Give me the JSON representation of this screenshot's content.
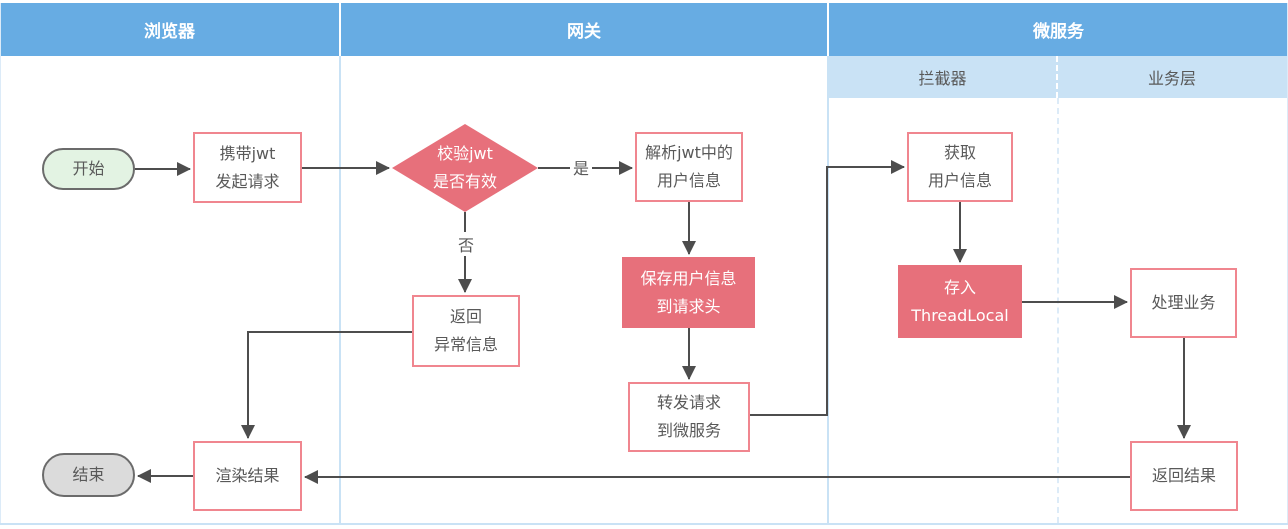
{
  "lanes": [
    {
      "label": "浏览器"
    },
    {
      "label": "网关"
    },
    {
      "label": "微服务",
      "sublanes": [
        {
          "label": "拦截器"
        },
        {
          "label": "业务层"
        }
      ]
    }
  ],
  "nodes": {
    "start": {
      "label": "开始"
    },
    "request": {
      "line1": "携带jwt",
      "line2": "发起请求"
    },
    "verify": {
      "line1": "校验jwt",
      "line2": "是否有效"
    },
    "parse": {
      "line1": "解析jwt中的",
      "line2": "用户信息"
    },
    "save_header": {
      "line1": "保存用户信息",
      "line2": "到请求头"
    },
    "forward": {
      "line1": "转发请求",
      "line2": "到微服务"
    },
    "return_error": {
      "line1": "返回",
      "line2": "异常信息"
    },
    "render": {
      "label": "渲染结果"
    },
    "end": {
      "label": "结束"
    },
    "get_user": {
      "line1": "获取",
      "line2": "用户信息"
    },
    "threadlocal": {
      "line1": "存入",
      "line2": "ThreadLocal"
    },
    "process": {
      "label": "处理业务"
    },
    "return_result": {
      "label": "返回结果"
    }
  },
  "edge_labels": {
    "yes": "是",
    "no": "否"
  },
  "colors": {
    "lane_header_bg": "#67ACE3",
    "lane_header_text": "#FFFFFF",
    "sublane_bg": "#C9E2F5",
    "red_fill": "#E7707B",
    "red_border": "#F0868F",
    "start_fill": "#E3F3E3",
    "end_fill": "#DBDBDB",
    "arrow": "#4D4D4D",
    "text": "#595959"
  }
}
